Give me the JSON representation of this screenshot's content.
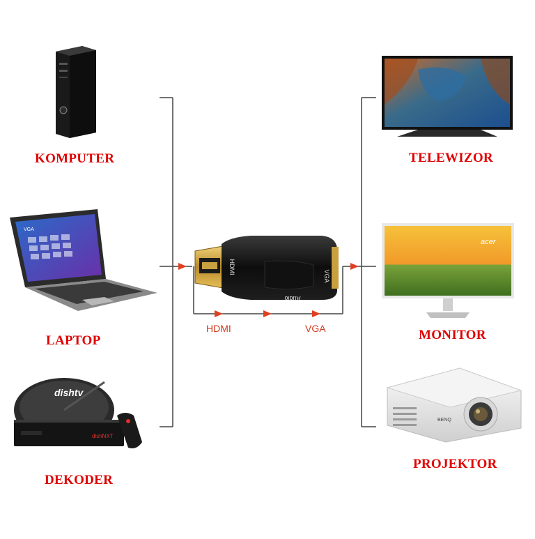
{
  "sources": {
    "computer": {
      "label": "KOMPUTER"
    },
    "laptop": {
      "label": "LAPTOP",
      "screen_text": "VGA"
    },
    "decoder": {
      "label": "DEKODER",
      "dish_brand": "dishtv",
      "box_brand": "dishNXT"
    }
  },
  "adapter": {
    "hdmi_port": "HDMI",
    "vga_port": "VGA",
    "audio_port": "Audio"
  },
  "signal": {
    "input_label": "HDMI",
    "output_label": "VGA"
  },
  "outputs": {
    "tv": {
      "label": "TELEWIZOR"
    },
    "monitor": {
      "label": "MONITOR",
      "brand": "acer"
    },
    "projector": {
      "label": "PROJEKTOR",
      "brand": "BENQ"
    }
  },
  "colors": {
    "label": "#e00000",
    "arrow": "#e04020",
    "line": "#444444"
  }
}
